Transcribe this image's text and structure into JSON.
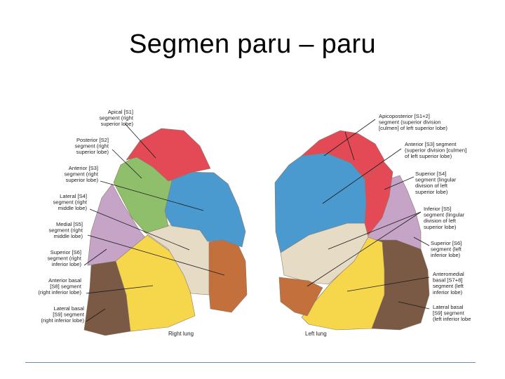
{
  "slide": {
    "title": "Segmen paru – paru"
  },
  "colors": {
    "red": "#e34a55",
    "green": "#8fbf6a",
    "blue": "#4a9ad0",
    "purple": "#c6a4c8",
    "beige": "#e6dcc6",
    "yellow": "#f6d64a",
    "orange": "#c4703c",
    "brown": "#7a5a45"
  },
  "right_lung": {
    "caption": "Right lung",
    "labels": [
      [
        "Apical [S1]",
        "segment (right",
        "superior lobe)"
      ],
      [
        "Posterior [S2]",
        "segment (right",
        "superior lobe)"
      ],
      [
        "Anterior [S3]",
        "segment (right",
        "superior lobe)"
      ],
      [
        "Lateral [S4]",
        "segment (right",
        "middle lobe)"
      ],
      [
        "Medial [S5]",
        "segment (right",
        "middle lobe)"
      ],
      [
        "Superior [S6]",
        "segment (right",
        "inferior lobe)"
      ],
      [
        "Anterior basal",
        "[S8] segment",
        "(right inferior lobe)"
      ],
      [
        "Lateral basal",
        "[S9] segment",
        "(right inferior lobe)"
      ]
    ]
  },
  "left_lung": {
    "caption": "Left lung",
    "labels": [
      [
        "Apicoposterior [S1+2]",
        "segment (superior division",
        "[culmen] of left superior lobe)"
      ],
      [
        "Anterior [S3] segment",
        "(superior division [culmen]",
        "of left superior lobe)"
      ],
      [
        "Superior [S4]",
        "segment (lingular",
        "division of left",
        "superior lobe)"
      ],
      [
        "Inferior [S5]",
        "segment (lingular",
        "division of left",
        "superior lobe)"
      ],
      [
        "Superior [S6]",
        "segment (left",
        "inferior lobe)"
      ],
      [
        "Anteromedial",
        "basal [S7+8]",
        "segment (left",
        "inferior lobe)"
      ],
      [
        "Lateral basal",
        "[S9] segment",
        "(left inferior lobe"
      ]
    ]
  }
}
